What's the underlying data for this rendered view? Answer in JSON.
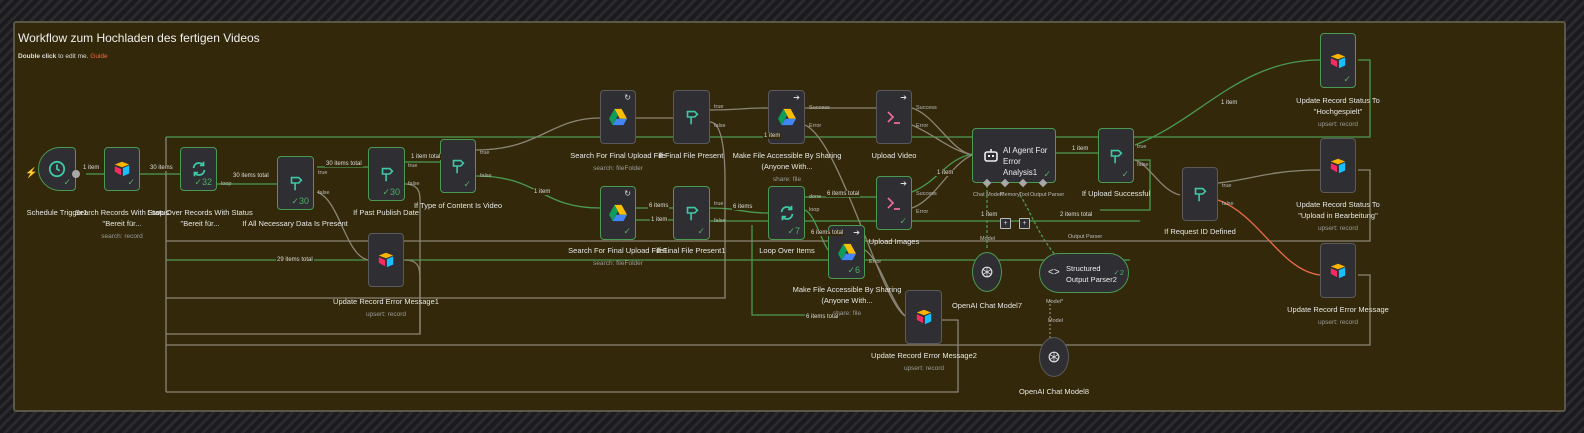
{
  "sticky": {
    "title": "Workflow zum Hochladen des fertigen Videos",
    "hint_bold": "Double click",
    "hint_rest": " to edit me. ",
    "guide_link": "Guide"
  },
  "nodes": {
    "schedule_trigger": {
      "label": "Schedule Trigger1"
    },
    "search_records": {
      "label": "Search Records With Status \"Bereit für...",
      "sub": "search: record"
    },
    "loop_records": {
      "label": "Loop Over Records With Status \"Bereit für...",
      "count": "✓32",
      "port_loop": "loop"
    },
    "if_data_present": {
      "label": "If All Necessary Data Is Present",
      "count": "✓30",
      "port_true": "true",
      "port_false": "false"
    },
    "if_past_publish": {
      "label": "If Past Publish Date",
      "count": "✓30",
      "port_true": "true",
      "port_false": "false"
    },
    "if_type_video": {
      "label": "If Type of Content Is Video",
      "port_true": "true",
      "port_false": "false"
    },
    "update_error_1": {
      "label": "Update Record Error Message1",
      "sub": "upsert: record"
    },
    "search_final_upload": {
      "label": "Search For Final Upload File",
      "sub": "search: fileFolder"
    },
    "if_final_present": {
      "label": "If Final File Present",
      "port_true": "true",
      "port_false": "false"
    },
    "search_final_upload_1": {
      "label": "Search For Final Upload File1",
      "sub": "search: fileFolder"
    },
    "if_final_present_1": {
      "label": "If Final File Present1",
      "port_true": "true",
      "port_false": "false"
    },
    "make_accessible": {
      "label": "Make File Accessible By Sharing (Anyone With...",
      "sub": "share: file",
      "port_success": "Success",
      "port_error": "Error"
    },
    "loop_items": {
      "label": "Loop Over Items",
      "count": "✓7",
      "port_done": "done",
      "port_loop": "loop"
    },
    "make_accessible_2": {
      "label": "Make File Accessible By Sharing (Anyone With...",
      "sub": "share: file",
      "count": "✓6",
      "port_error": "Error"
    },
    "upload_video": {
      "label": "Upload Video",
      "port_success": "Success",
      "port_error": "Error"
    },
    "upload_images": {
      "label": "Upload Images",
      "port_success": "Success",
      "port_error": "Error"
    },
    "update_error_2": {
      "label": "Update Record Error Message2",
      "sub": "upsert: record"
    },
    "ai_agent": {
      "label_line1": "AI Agent For",
      "label_line2": "Error Analysis1",
      "port_chat": "Chat Model*",
      "port_memory": "Memory",
      "port_tool": "Tool",
      "port_parser": "Output Parser"
    },
    "openai_7": {
      "label": "OpenAI Chat Model7",
      "port_model": "Model"
    },
    "parser_2": {
      "label_line1": "Structured",
      "label_line2": "Output Parser2",
      "count": "✓2",
      "port_parser": "Output Parser",
      "port_model": "Model*"
    },
    "openai_8": {
      "label": "OpenAI Chat Model8",
      "port_model": "Model"
    },
    "if_upload_success": {
      "label": "If Upload Successful",
      "port_true": "true",
      "port_false": "false"
    },
    "if_request_id": {
      "label": "If Request ID Defined",
      "port_true": "true",
      "port_false": "false"
    },
    "update_hochgespielt": {
      "label": "Update Record Status To \"Hochgespielt\"",
      "sub": "upsert: record"
    },
    "update_in_bearbeitung": {
      "label": "Update Record Status To \"Upload in Bearbeitung\"",
      "sub": "upsert: record"
    },
    "update_error": {
      "label": "Update Record Error Message",
      "sub": "upsert: record"
    }
  },
  "edges": {
    "e1": "1 item",
    "e2": "30 items",
    "e3": "30 items total",
    "e4": "30 items total",
    "e5": "1 item total",
    "e6": "29 items total",
    "e7": "1 item",
    "e8": "6 items",
    "e9": "1 item",
    "e10": "6 items",
    "e11": "6 items total",
    "e12": "6 items total",
    "e13": "6 items total",
    "e14": "1 item",
    "e15": "1 item",
    "e16": "1 item",
    "e17": "2 items total",
    "e18": "1 item",
    "e19": "1 item"
  },
  "colors": {
    "success": "#4fb060",
    "error_wire": "#e86a4a",
    "sticky_bg": "#33290a"
  }
}
